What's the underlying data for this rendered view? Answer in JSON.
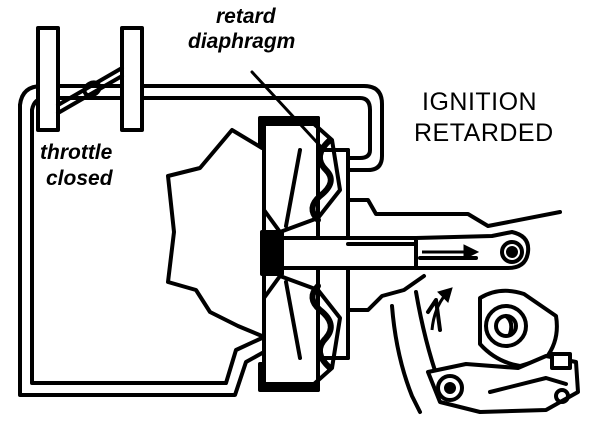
{
  "labels": {
    "diaphragm": [
      "retard",
      "diaphragm"
    ],
    "throttle": [
      "throttle",
      "closed"
    ],
    "status": [
      "IGNITION",
      "RETARDED"
    ]
  },
  "colors": {
    "ink": "#000000",
    "paper": "#ffffff"
  }
}
